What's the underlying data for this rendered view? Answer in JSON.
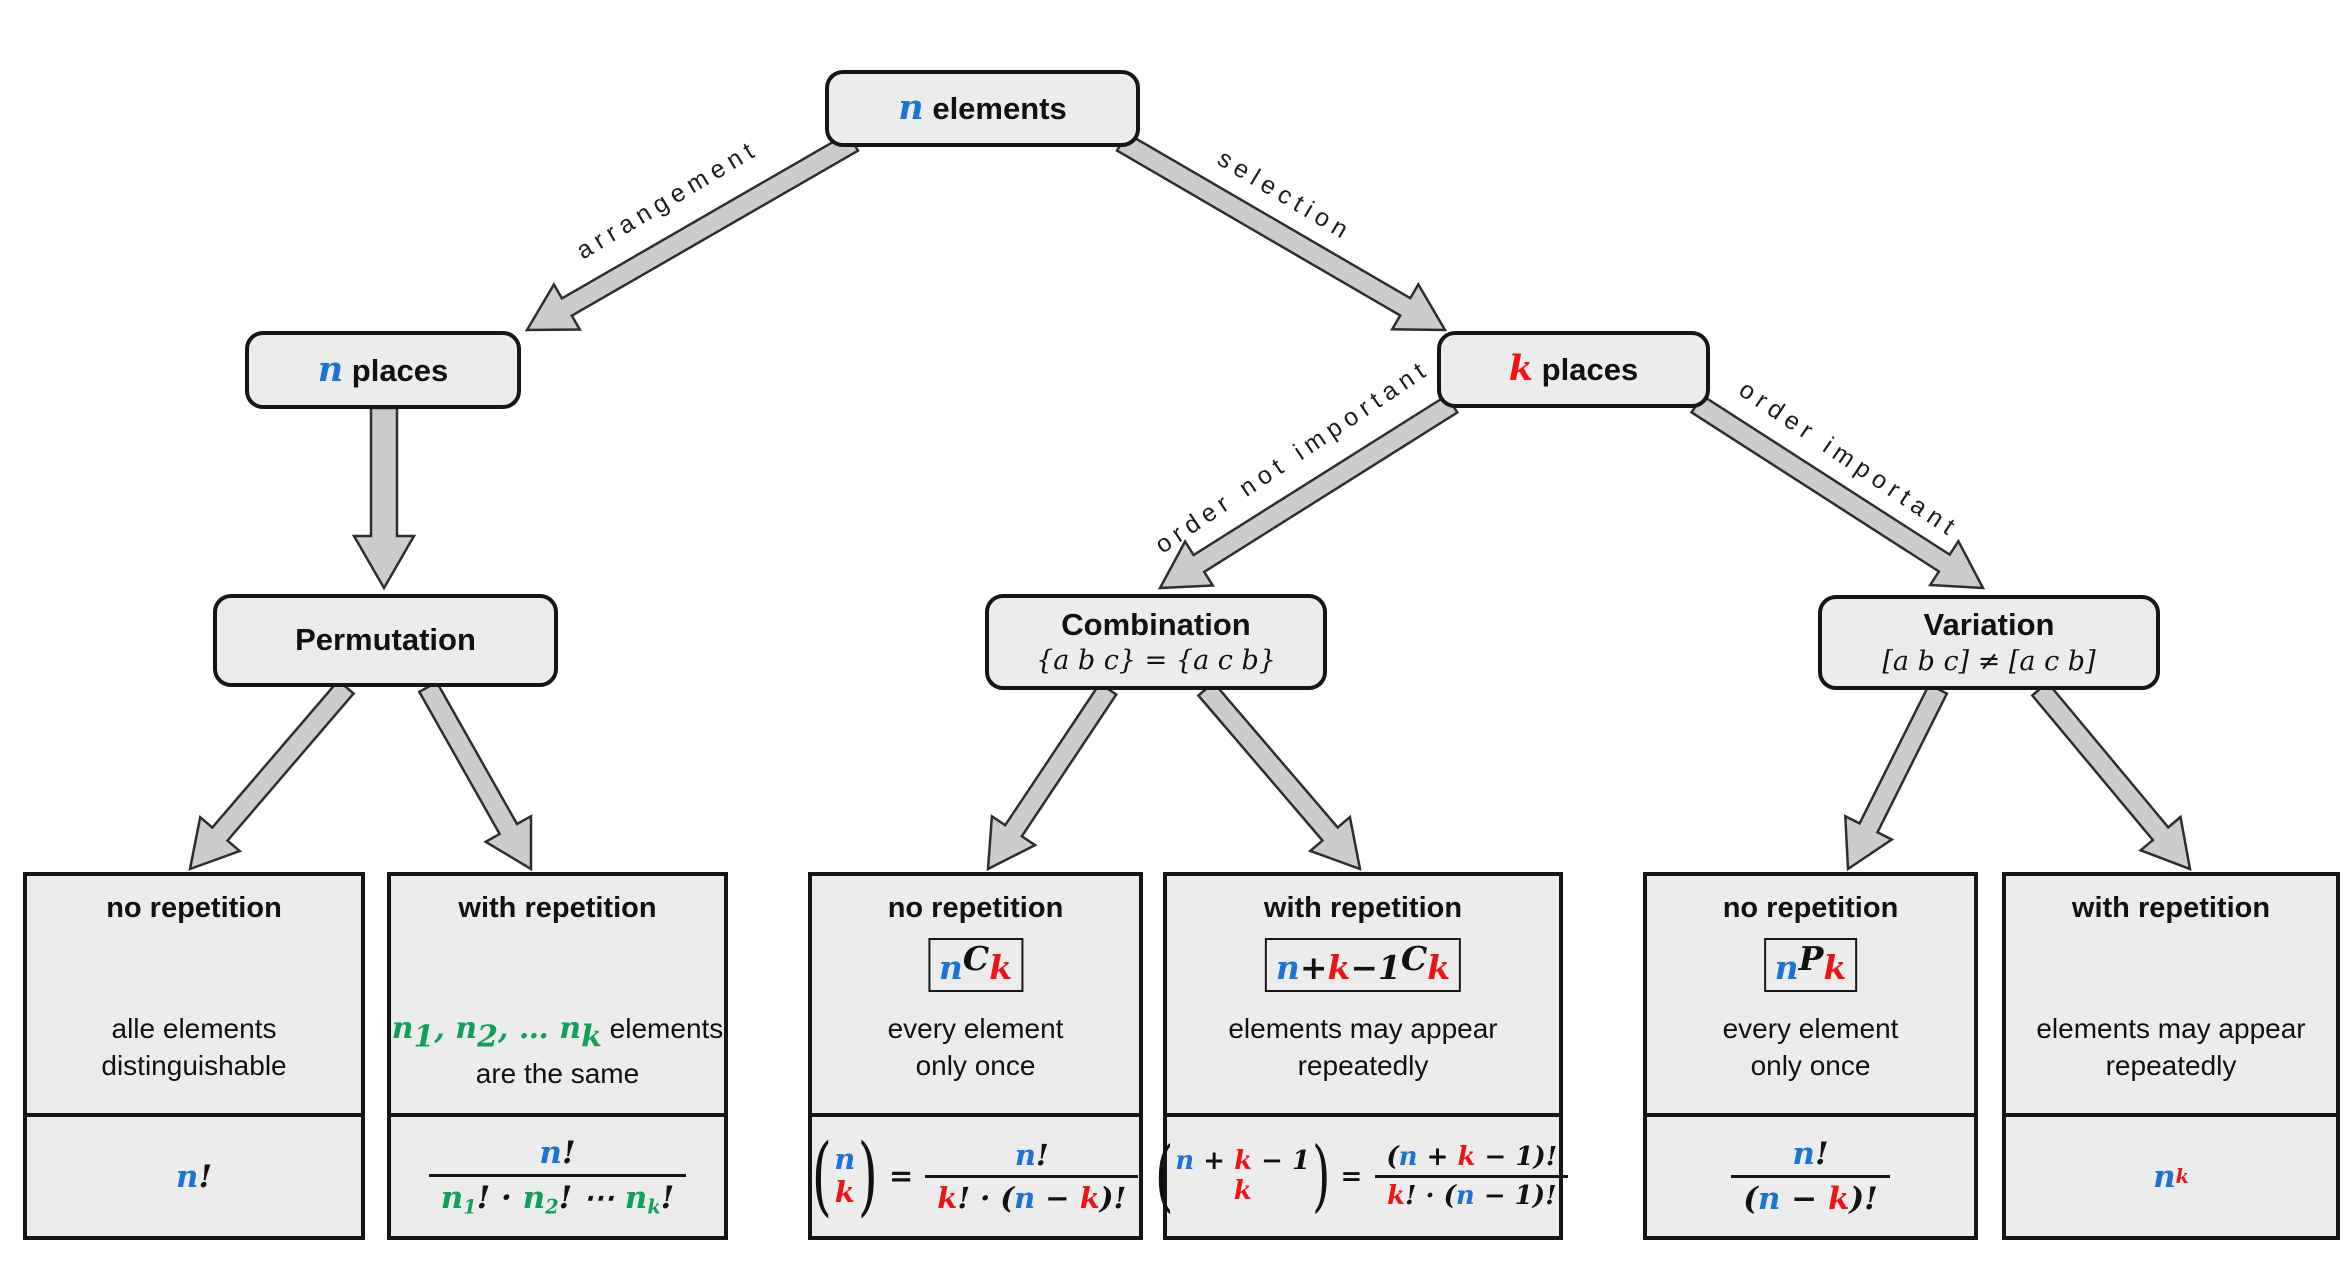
{
  "colors": {
    "blue": "#1B74D4",
    "red": "#EE1414",
    "green": "#0FA158",
    "black": "#111111",
    "box_fill": "#ECECEC",
    "border": "#161616",
    "arrow_fill": "#CCCCCC",
    "arrow_stroke": "#2E2E2E"
  },
  "nodes": {
    "root": [
      [
        {
          "t": "n",
          "c": "blue",
          "m": 1
        },
        {
          "t": " elements"
        }
      ]
    ],
    "n_places": [
      [
        {
          "t": "n",
          "c": "blue",
          "m": 1
        },
        {
          "t": " places"
        }
      ]
    ],
    "k_places": [
      [
        {
          "t": "k",
          "c": "red",
          "m": 1
        },
        {
          "t": " places"
        }
      ]
    ],
    "permutation": {
      "title": "Permutation"
    },
    "combination": {
      "title": "Combination",
      "subtitle": "{a b c} = {a c b}"
    },
    "variation": {
      "title": "Variation",
      "subtitle": "[a b c] ≠ [a c b]"
    }
  },
  "edges": {
    "arrangement": "arrangement",
    "selection": "selection",
    "order_not_important": "order not important",
    "order_important": "order important"
  },
  "leaves": [
    {
      "title": "no repetition",
      "desc": [
        [
          {
            "t": "alle elements"
          }
        ],
        [
          {
            "t": "distinguishable"
          }
        ]
      ],
      "formula": {
        "simple": [
          {
            "t": "n",
            "c": "blue",
            "m": 1
          },
          {
            "t": "!",
            "m": 1
          }
        ]
      }
    },
    {
      "title": "with repetition",
      "desc": [
        [
          {
            "t": "n",
            "c": "green",
            "m": 1
          },
          {
            "t": "1",
            "c": "green",
            "m": 1,
            "pos": "sub"
          },
          {
            "t": ", ",
            "c": "green",
            "m": 1
          },
          {
            "t": "n",
            "c": "green",
            "m": 1
          },
          {
            "t": "2",
            "c": "green",
            "m": 1,
            "pos": "sub"
          },
          {
            "t": ", … ",
            "c": "green",
            "m": 1
          },
          {
            "t": "n",
            "c": "green",
            "m": 1
          },
          {
            "t": "k",
            "c": "green",
            "m": 1,
            "pos": "sub"
          },
          {
            "t": " elements"
          }
        ],
        [
          {
            "t": "are the same"
          }
        ]
      ],
      "formula": {
        "num": [
          {
            "t": "n",
            "c": "blue",
            "m": 1
          },
          {
            "t": "!",
            "m": 1
          }
        ],
        "den": [
          {
            "t": "n",
            "c": "green",
            "m": 1
          },
          {
            "t": "1",
            "c": "green",
            "m": 1,
            "pos": "sub"
          },
          {
            "t": "! · ",
            "m": 1
          },
          {
            "t": "n",
            "c": "green",
            "m": 1
          },
          {
            "t": "2",
            "c": "green",
            "m": 1,
            "pos": "sub"
          },
          {
            "t": "! ⋯ ",
            "m": 1
          },
          {
            "t": "n",
            "c": "green",
            "m": 1
          },
          {
            "t": "k",
            "c": "green",
            "m": 1,
            "pos": "sub"
          },
          {
            "t": "!",
            "m": 1
          }
        ]
      }
    },
    {
      "title": "no repetition",
      "badge": [
        {
          "t": "n",
          "c": "blue",
          "m": 1,
          "pos": "sub"
        },
        {
          "t": "C",
          "m": 1
        },
        {
          "t": "k",
          "c": "red",
          "m": 1,
          "pos": "sub"
        }
      ],
      "desc": [
        [
          {
            "t": "every element"
          }
        ],
        [
          {
            "t": "only once"
          }
        ]
      ],
      "formula": {
        "paren_open": "(",
        "paren_close": ")",
        "eq": "=",
        "binom_top": [
          {
            "t": "n",
            "c": "blue",
            "m": 1
          }
        ],
        "binom_bottom": [
          {
            "t": "k",
            "c": "red",
            "m": 1
          }
        ],
        "num": [
          {
            "t": "n",
            "c": "blue",
            "m": 1
          },
          {
            "t": "!",
            "m": 1
          }
        ],
        "den": [
          {
            "t": "k",
            "c": "red",
            "m": 1
          },
          {
            "t": "! · (",
            "m": 1
          },
          {
            "t": "n",
            "c": "blue",
            "m": 1
          },
          {
            "t": " − ",
            "m": 1
          },
          {
            "t": "k",
            "c": "red",
            "m": 1
          },
          {
            "t": ")!",
            "m": 1
          }
        ]
      }
    },
    {
      "title": "with repetition",
      "badge": [
        {
          "t": "n",
          "c": "blue",
          "m": 1,
          "pos": "sub"
        },
        {
          "t": "+",
          "m": 1,
          "pos": "sub"
        },
        {
          "t": "k",
          "c": "red",
          "m": 1,
          "pos": "sub"
        },
        {
          "t": "−1",
          "m": 1,
          "pos": "sub"
        },
        {
          "t": "C",
          "m": 1
        },
        {
          "t": "k",
          "c": "red",
          "m": 1,
          "pos": "sub"
        }
      ],
      "desc": [
        [
          {
            "t": "elements may appear"
          }
        ],
        [
          {
            "t": "repeatedly"
          }
        ]
      ],
      "formula": {
        "paren_open": "(",
        "paren_close": ")",
        "eq": "=",
        "binom_top": [
          {
            "t": "n",
            "c": "blue",
            "m": 1
          },
          {
            "t": " + ",
            "m": 1
          },
          {
            "t": "k",
            "c": "red",
            "m": 1
          },
          {
            "t": " − 1",
            "m": 1
          }
        ],
        "binom_bottom": [
          {
            "t": "k",
            "c": "red",
            "m": 1
          }
        ],
        "num": [
          {
            "t": "(",
            "m": 1
          },
          {
            "t": "n",
            "c": "blue",
            "m": 1
          },
          {
            "t": " + ",
            "m": 1
          },
          {
            "t": "k",
            "c": "red",
            "m": 1
          },
          {
            "t": " − 1)!",
            "m": 1
          }
        ],
        "den": [
          {
            "t": "k",
            "c": "red",
            "m": 1
          },
          {
            "t": "! · (",
            "m": 1
          },
          {
            "t": "n",
            "c": "blue",
            "m": 1
          },
          {
            "t": " − 1)!",
            "m": 1
          }
        ]
      }
    },
    {
      "title": "no repetition",
      "badge": [
        {
          "t": "n",
          "c": "blue",
          "m": 1,
          "pos": "sub"
        },
        {
          "t": "P",
          "m": 1
        },
        {
          "t": "k",
          "c": "red",
          "m": 1,
          "pos": "sub"
        }
      ],
      "desc": [
        [
          {
            "t": "every element"
          }
        ],
        [
          {
            "t": "only once"
          }
        ]
      ],
      "formula": {
        "num": [
          {
            "t": "n",
            "c": "blue",
            "m": 1
          },
          {
            "t": "!",
            "m": 1
          }
        ],
        "den": [
          {
            "t": "(",
            "m": 1
          },
          {
            "t": "n",
            "c": "blue",
            "m": 1
          },
          {
            "t": " − ",
            "m": 1
          },
          {
            "t": "k",
            "c": "red",
            "m": 1
          },
          {
            "t": ")!",
            "m": 1
          }
        ]
      }
    },
    {
      "title": "with repetition",
      "desc": [
        [
          {
            "t": "elements may appear"
          }
        ],
        [
          {
            "t": "repeatedly"
          }
        ]
      ],
      "formula": {
        "simple": [
          {
            "t": "n",
            "c": "blue",
            "m": 1
          },
          {
            "t": "k",
            "c": "red",
            "m": 1,
            "pos": "sup"
          }
        ]
      }
    }
  ]
}
